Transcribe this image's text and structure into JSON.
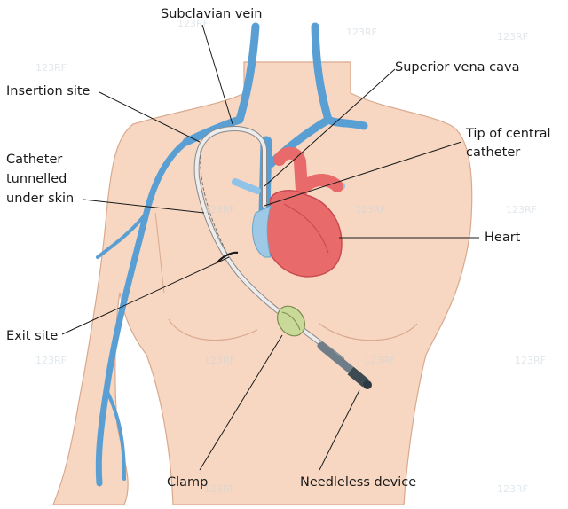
{
  "diagram": {
    "labels": {
      "subclavian_vein": "Subclavian vein",
      "superior_vena_cava": "Superior vena cava",
      "insertion_site": "Insertion site",
      "tip_line1": "Tip of central",
      "tip_line2": "catheter",
      "catheter_line1": "Catheter",
      "catheter_line2": "tunnelled",
      "catheter_line3": "under skin",
      "heart": "Heart",
      "exit_site": "Exit site",
      "clamp": "Clamp",
      "needleless_device": "Needleless device"
    },
    "watermark_text": "123RF",
    "colors": {
      "skin": "#f7d7c2",
      "skin_outline": "#d9a98e",
      "vein": "#5a9fd4",
      "vein_light": "#8fc3e8",
      "heart": "#e86a6a",
      "heart_dark": "#c94b50",
      "catheter": "#e8e8e8",
      "clamp": "#c8d99a",
      "device": "#6e7d88"
    }
  }
}
